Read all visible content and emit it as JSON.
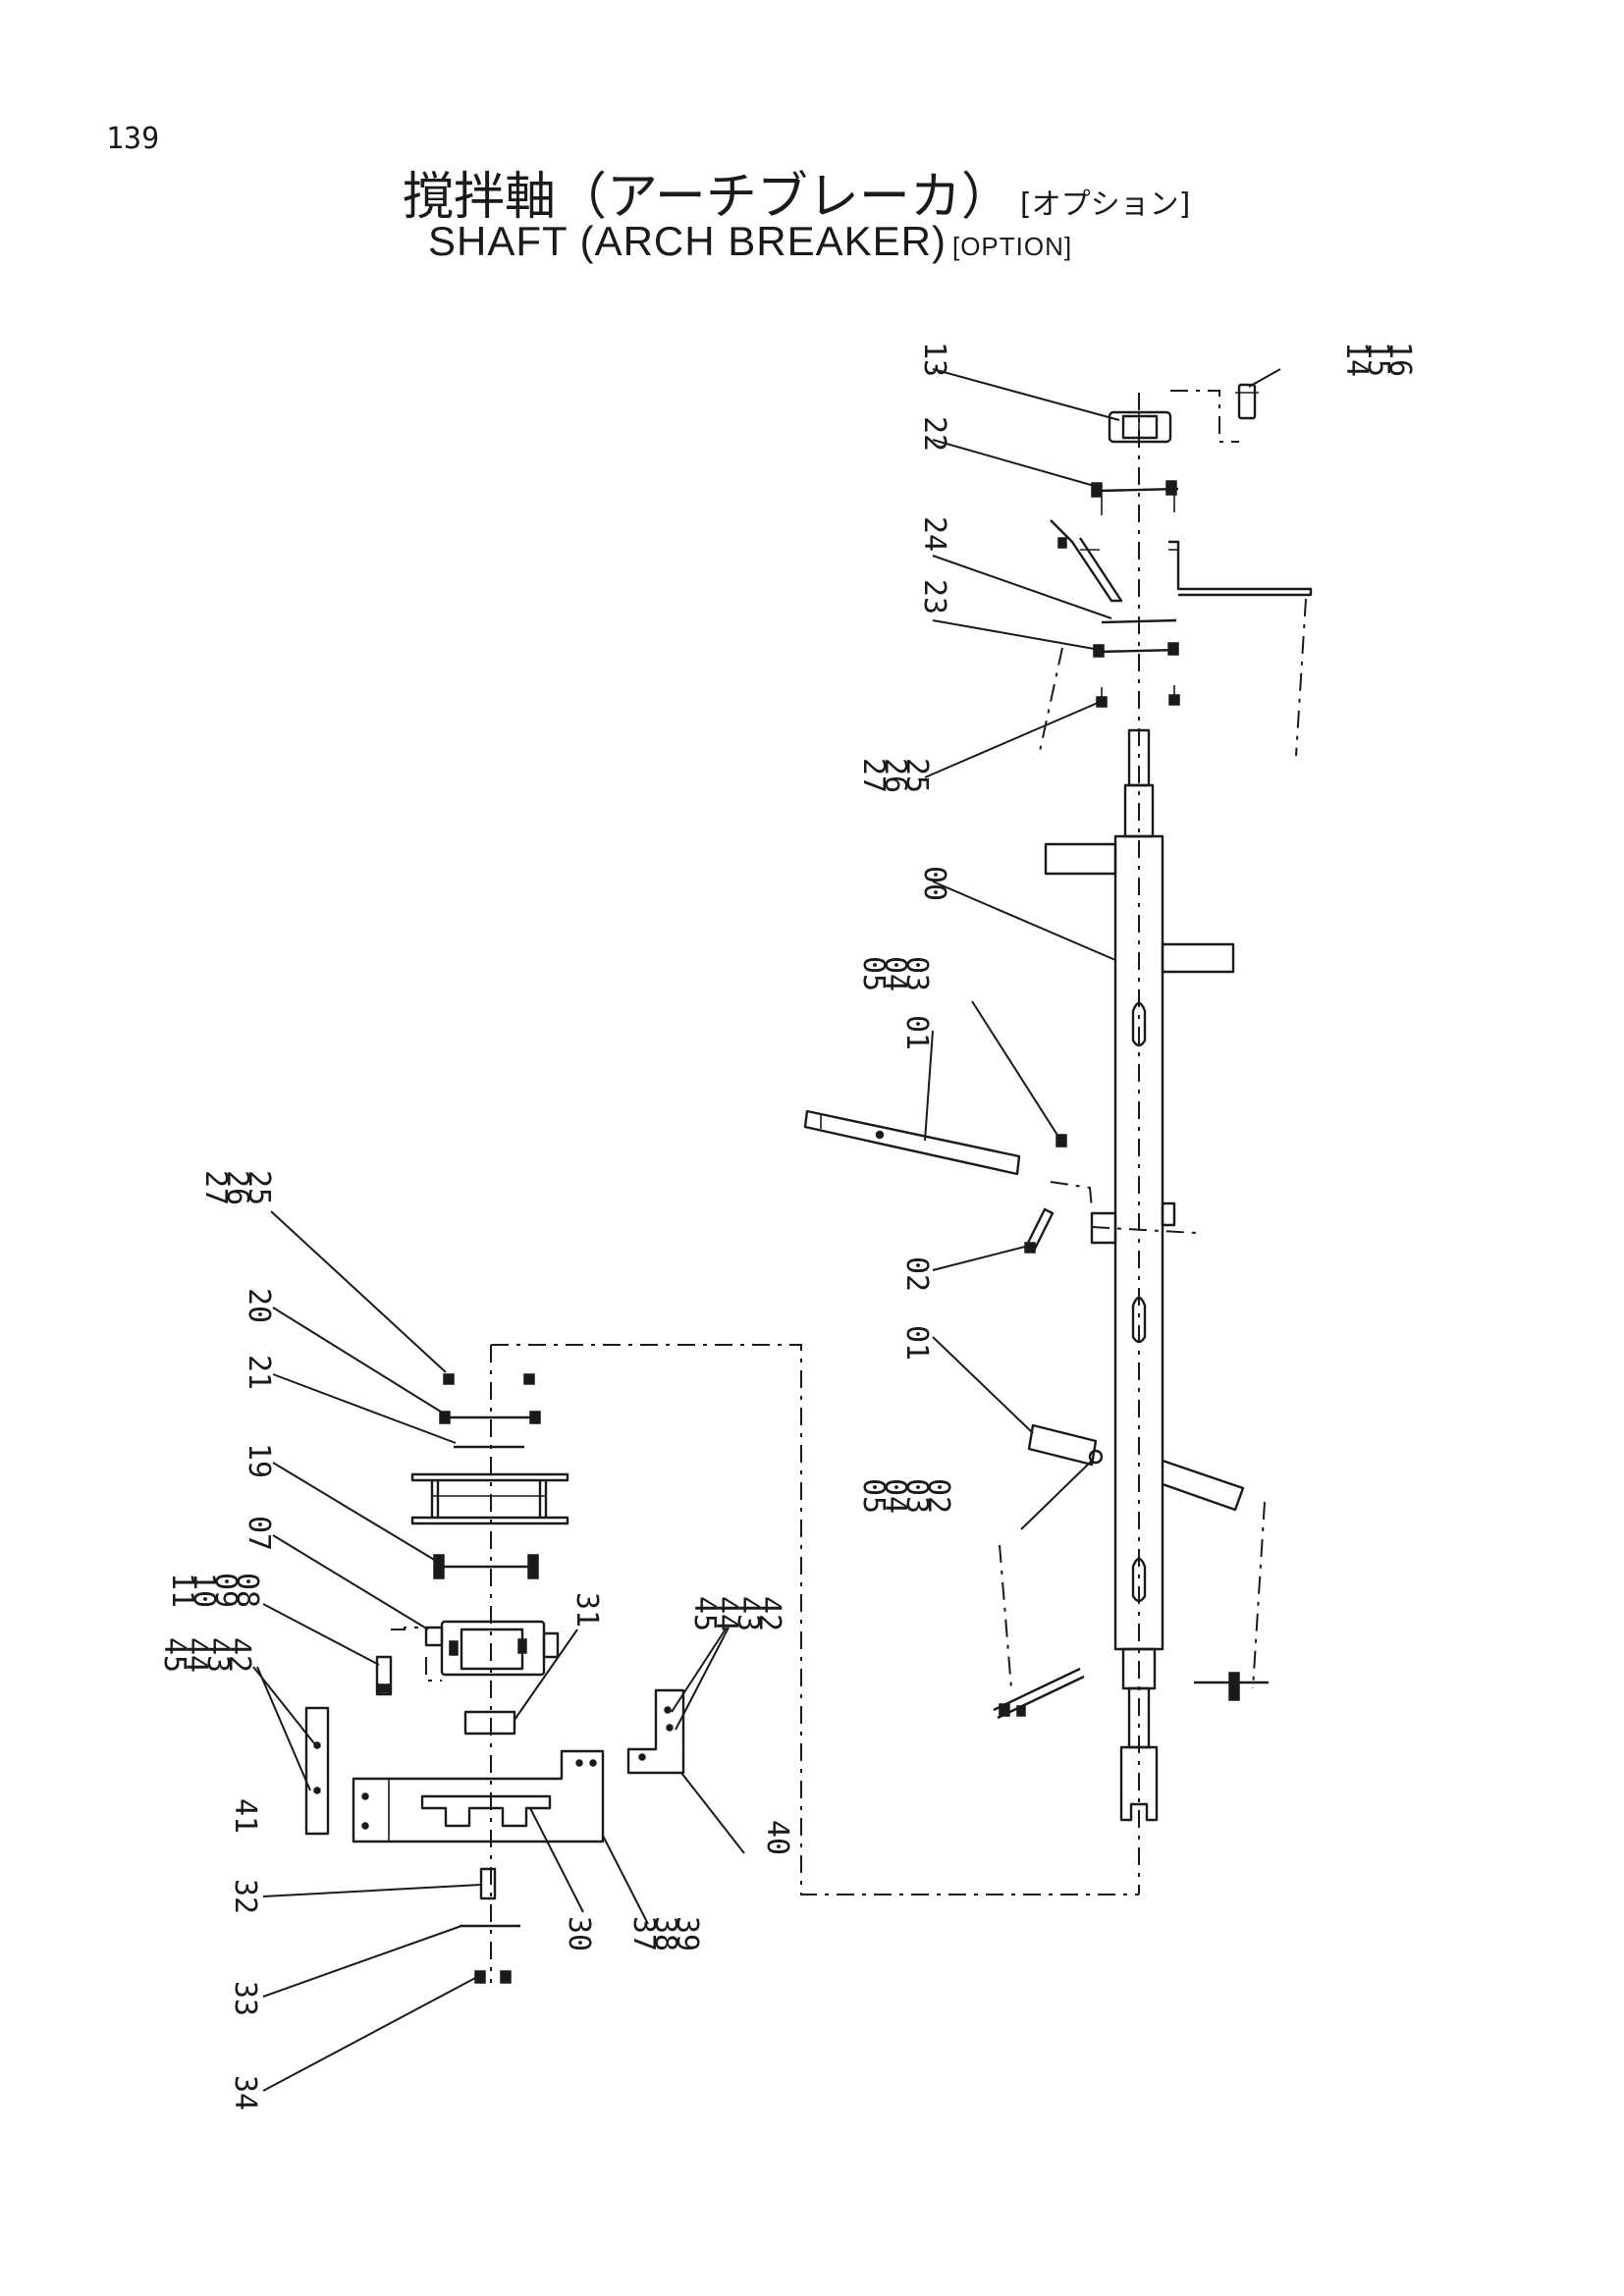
{
  "page_number": "139",
  "title": {
    "jp": "撹拌軸（アーチブレーカ）",
    "jp_tag": "[オプション]",
    "en": "SHAFT (ARCH BREAKER)",
    "en_tag": "[OPTION]"
  },
  "callouts": [
    {
      "id": "c-13",
      "lines": [
        "13"
      ]
    },
    {
      "id": "c-14-15-16",
      "lines": [
        "14",
        "15",
        "16"
      ]
    },
    {
      "id": "c-22",
      "lines": [
        "22"
      ]
    },
    {
      "id": "c-24",
      "lines": [
        "24"
      ]
    },
    {
      "id": "c-23",
      "lines": [
        "23"
      ]
    },
    {
      "id": "c-27-26-25-top",
      "lines": [
        "27",
        "26",
        "25"
      ]
    },
    {
      "id": "c-00",
      "lines": [
        "00"
      ]
    },
    {
      "id": "c-05-04-03-top",
      "lines": [
        "05",
        "04",
        "03"
      ]
    },
    {
      "id": "c-01-top",
      "lines": [
        "01"
      ]
    },
    {
      "id": "c-02",
      "lines": [
        "02"
      ]
    },
    {
      "id": "c-01-mid",
      "lines": [
        "01"
      ]
    },
    {
      "id": "c-05-04-03-02",
      "lines": [
        "05",
        "04",
        "03",
        "02"
      ]
    },
    {
      "id": "c-27-26-25-left",
      "lines": [
        "27",
        "26",
        "25"
      ]
    },
    {
      "id": "c-20",
      "lines": [
        "20"
      ]
    },
    {
      "id": "c-21",
      "lines": [
        "21"
      ]
    },
    {
      "id": "c-19",
      "lines": [
        "19"
      ]
    },
    {
      "id": "c-07",
      "lines": [
        "07"
      ]
    },
    {
      "id": "c-11-10-09-08",
      "lines": [
        "11",
        "10",
        "09",
        "08"
      ]
    },
    {
      "id": "c-31",
      "lines": [
        "31"
      ]
    },
    {
      "id": "c-45-44-43-42-left",
      "lines": [
        "45",
        "44",
        "43",
        "42"
      ]
    },
    {
      "id": "c-45-44-43-42-right",
      "lines": [
        "45",
        "44",
        "43",
        "42"
      ]
    },
    {
      "id": "c-41",
      "lines": [
        "41"
      ]
    },
    {
      "id": "c-40",
      "lines": [
        "40"
      ]
    },
    {
      "id": "c-32",
      "lines": [
        "32"
      ]
    },
    {
      "id": "c-30",
      "lines": [
        "30"
      ]
    },
    {
      "id": "c-37-38-39",
      "lines": [
        "37",
        "38",
        "39"
      ]
    },
    {
      "id": "c-33",
      "lines": [
        "33"
      ]
    },
    {
      "id": "c-34",
      "lines": [
        "34"
      ]
    }
  ]
}
